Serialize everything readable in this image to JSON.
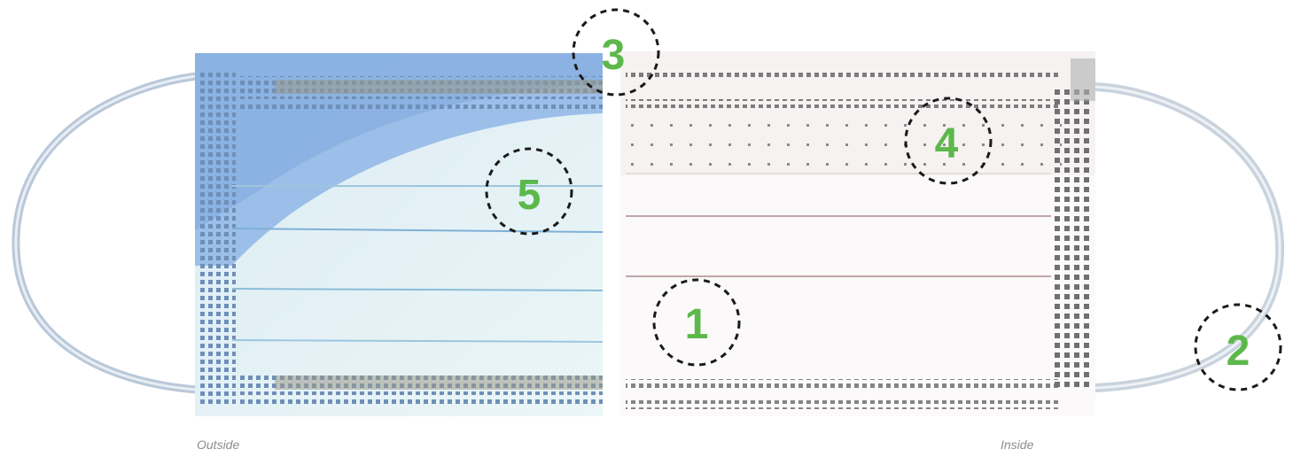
{
  "captions": {
    "outside": "Outside",
    "inside": "Inside"
  },
  "markers": [
    {
      "id": "1",
      "label": "1"
    },
    {
      "id": "2",
      "label": "2"
    },
    {
      "id": "3",
      "label": "3"
    },
    {
      "id": "4",
      "label": "4"
    },
    {
      "id": "5",
      "label": "5"
    }
  ],
  "colors": {
    "marker_number": "#5cb84a",
    "marker_ring": "#1a1a1a",
    "outside_blue": "#8fb6e6",
    "outside_light": "#e6f3f6",
    "inside_white": "#fbf9f9",
    "dot_gray": "#6f6f6f",
    "ear_loop": "#c9d6e3"
  }
}
